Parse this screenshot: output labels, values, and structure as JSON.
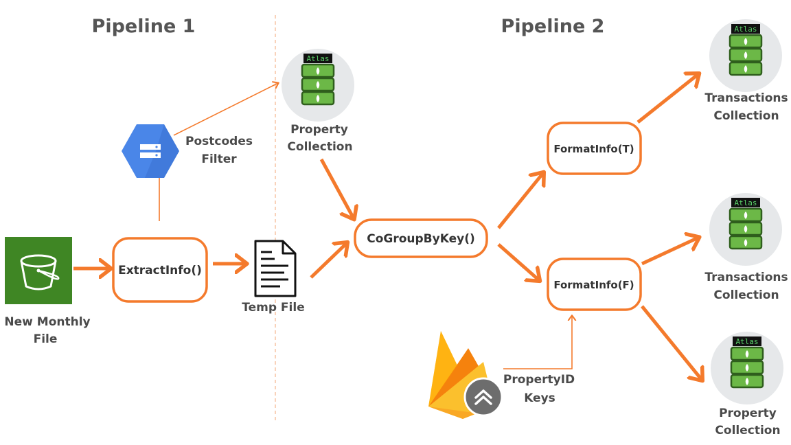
{
  "titles": {
    "pipeline1": "Pipeline 1",
    "pipeline2": "Pipeline 2"
  },
  "labels": {
    "new_monthly_file_l1": "New Monthly",
    "new_monthly_file_l2": "File",
    "postcodes_filter_l1": "Postcodes",
    "postcodes_filter_l2": "Filter",
    "temp_file": "Temp File",
    "property_collection_l1": "Property",
    "property_collection_l2": "Collection",
    "propertyid_keys_l1": "PropertyID",
    "propertyid_keys_l2": "Keys",
    "transactions_top_l1": "Transactions",
    "transactions_top_l2": "Collection",
    "transactions_mid_l1": "Transactions",
    "transactions_mid_l2": "Collection",
    "property_out_l1": "Property",
    "property_out_l2": "Collection"
  },
  "nodes": {
    "extract": "ExtractInfo()",
    "cogroup": "CoGroupByKey()",
    "format_t": "FormatInfo(T)",
    "format_f": "FormatInfo(F)"
  },
  "atlas_badge": "Atlas",
  "icons": [
    "s3-bucket-icon",
    "cloud-filestore-icon",
    "document-icon",
    "mongodb-atlas-icon",
    "firebase-icon"
  ],
  "colors": {
    "accent": "#f47a2c",
    "aws_green": "#3f8624",
    "gcp_blue": "#4a86e8",
    "atlas_green": "#6cb847",
    "firebase_yellow": "#ffca28",
    "firebase_orange": "#f5820d"
  }
}
